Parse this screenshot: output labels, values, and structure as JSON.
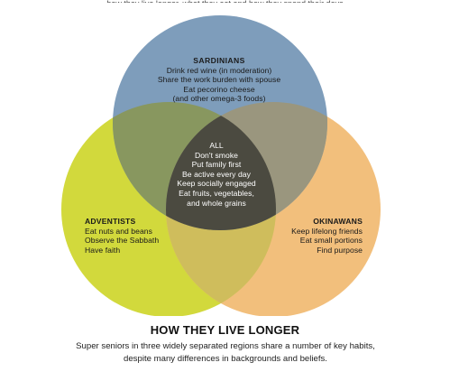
{
  "top_text": "…how they live longer, what they eat and how they spend their days…",
  "colors": {
    "sardinians": "#7e9dbb",
    "adventists": "#d2d93c",
    "okinawans": "#f2bf7c",
    "center": "#4b4a40"
  },
  "sardinians": {
    "heading": "SARDINIANS",
    "lines": [
      "Drink red wine (in moderation)",
      "Share the work burden with spouse",
      "Eat pecorino cheese",
      "(and other omega-3 foods)"
    ]
  },
  "all": {
    "heading": "ALL",
    "lines": [
      "Don't smoke",
      "Put family first",
      "Be active every day",
      "Keep socially engaged",
      "Eat fruits, vegetables,",
      "and whole grains"
    ]
  },
  "adventists": {
    "heading": "ADVENTISTS",
    "lines": [
      "Eat nuts and beans",
      "Observe the Sabbath",
      "Have faith"
    ]
  },
  "okinawans": {
    "heading": "OKINAWANS",
    "lines": [
      "Keep lifelong friends",
      "Eat small portions",
      "Find purpose"
    ]
  },
  "title": "HOW THEY LIVE LONGER",
  "caption": {
    "line1": "Super seniors in three widely separated regions share a number of key habits,",
    "line2": "despite many differences in backgrounds and beliefs."
  }
}
